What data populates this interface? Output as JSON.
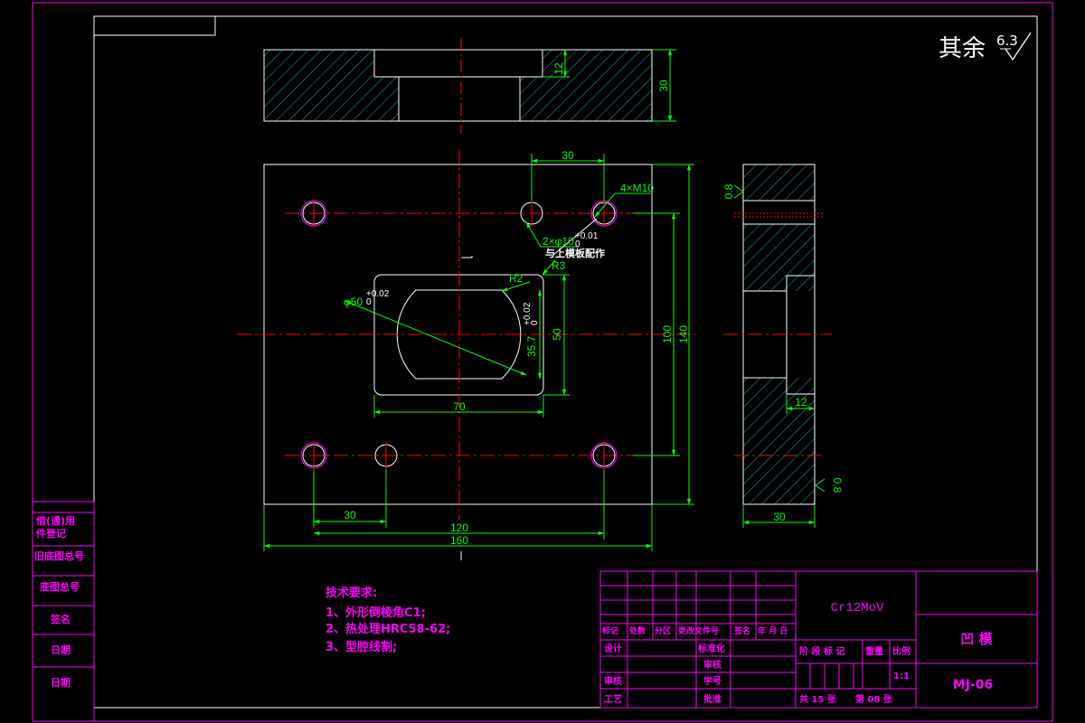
{
  "surface_finish": {
    "prefix": "其余",
    "value": "6.3"
  },
  "dims": {
    "top_depth": "12",
    "top_height": "30",
    "hole_spacing_top": "30",
    "tapped_holes": "4×M10",
    "pin_holes": "2×φ10",
    "pin_holes_tol": "+0.01",
    "pin_holes_tol_low": "0",
    "fit_note": "与上模板配作",
    "radius_r3": "R3",
    "radius_r2": "R2",
    "bore": "φ50",
    "bore_tol": "+0.02",
    "bore_tol_low": "0",
    "flat": "35.7",
    "flat_tol": "+0.02",
    "flat_tol_low": "0",
    "pocket_h": "50",
    "pocket_w": "70",
    "inner_h": "100",
    "outer_h": "140",
    "hole_spacing_bottom": "30",
    "inner_w": "120",
    "outer_w": "160",
    "side_top_finish": "0.8",
    "side_pocket_depth": "12",
    "side_bottom_finish": "0.8",
    "side_thickness": "30"
  },
  "tech_req": {
    "title": "技术要求:",
    "items": [
      "1、外形倒棱角C1;",
      "2、热处理HRC58-62;",
      "3、型腔线割;"
    ]
  },
  "left_strip": [
    "借(通)用",
    "件登记",
    "旧底图总号",
    "底图总号",
    "签名",
    "日期",
    "日期"
  ],
  "title_block": {
    "material": "Cr12MoV",
    "part_name": "凹 模",
    "drawing_no": "MJ-06",
    "revision_header": [
      "标记",
      "处数",
      "分区",
      "更改文件号",
      "签名",
      "年 月 日"
    ],
    "design": "设计",
    "standardization": "标准化",
    "review": "审核",
    "process": "工艺",
    "inspect": "审核",
    "check": "学号",
    "approve": "批准",
    "stage_header": [
      "阶 段 标 记",
      "重量",
      "比例"
    ],
    "scale": "1:1",
    "sheets_total": "共 15 张",
    "sheet_no": "第 08 张"
  }
}
